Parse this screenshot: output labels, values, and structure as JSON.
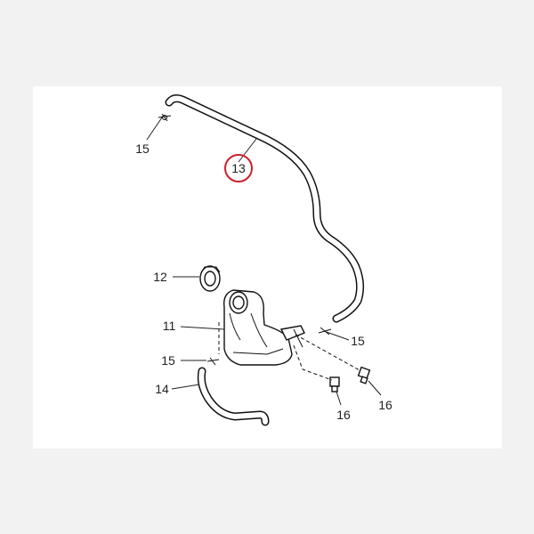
{
  "diagram": {
    "callouts": [
      {
        "id": "c13",
        "text": "13",
        "highlighted": true
      },
      {
        "id": "c15a",
        "text": "15"
      },
      {
        "id": "c12",
        "text": "12"
      },
      {
        "id": "c11",
        "text": "11"
      },
      {
        "id": "c15b",
        "text": "15"
      },
      {
        "id": "c15c",
        "text": "15"
      },
      {
        "id": "c14",
        "text": "14"
      },
      {
        "id": "c16a",
        "text": "16"
      },
      {
        "id": "c16b",
        "text": "16"
      }
    ],
    "highlight_color": "#cc1f2b",
    "line_color": "#111111"
  }
}
